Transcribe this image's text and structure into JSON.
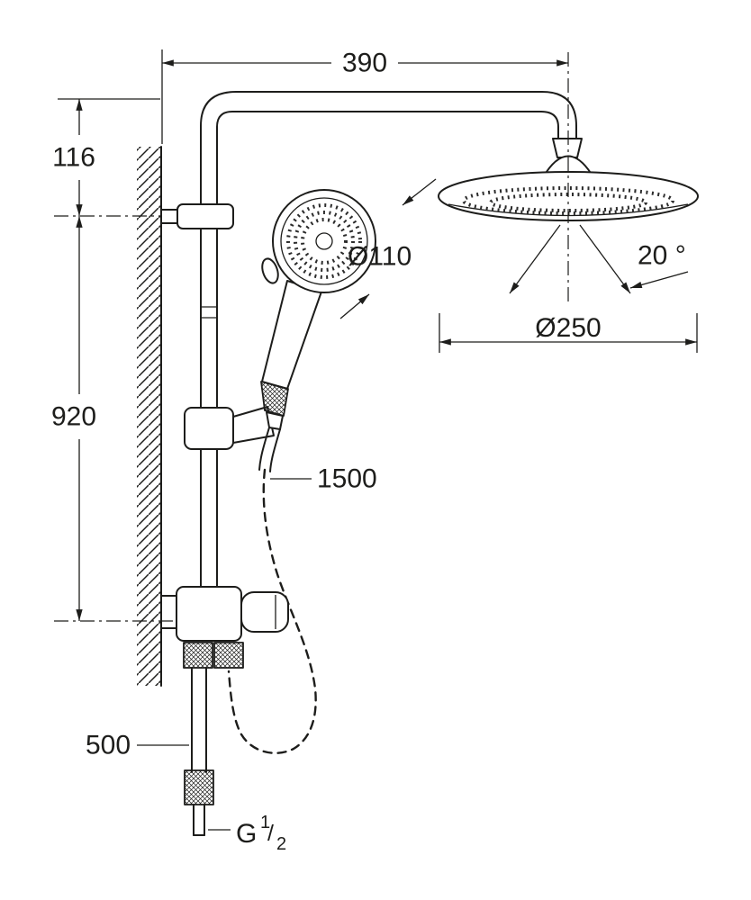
{
  "drawing": {
    "dimensions": {
      "top_width": "390",
      "upper_offset": "116",
      "rail_length": "920",
      "supply_height": "500",
      "hose_length": "1500",
      "hand_shower_diameter": "Ø110",
      "head_shower_diameter": "Ø250",
      "head_tilt_angle": "20 °",
      "connection_thread": {
        "letter": "G",
        "numerator": "1",
        "slash": "/",
        "denominator": "2"
      }
    },
    "style": {
      "line_color": "#1d1d1b",
      "background_color": "#ffffff"
    }
  }
}
